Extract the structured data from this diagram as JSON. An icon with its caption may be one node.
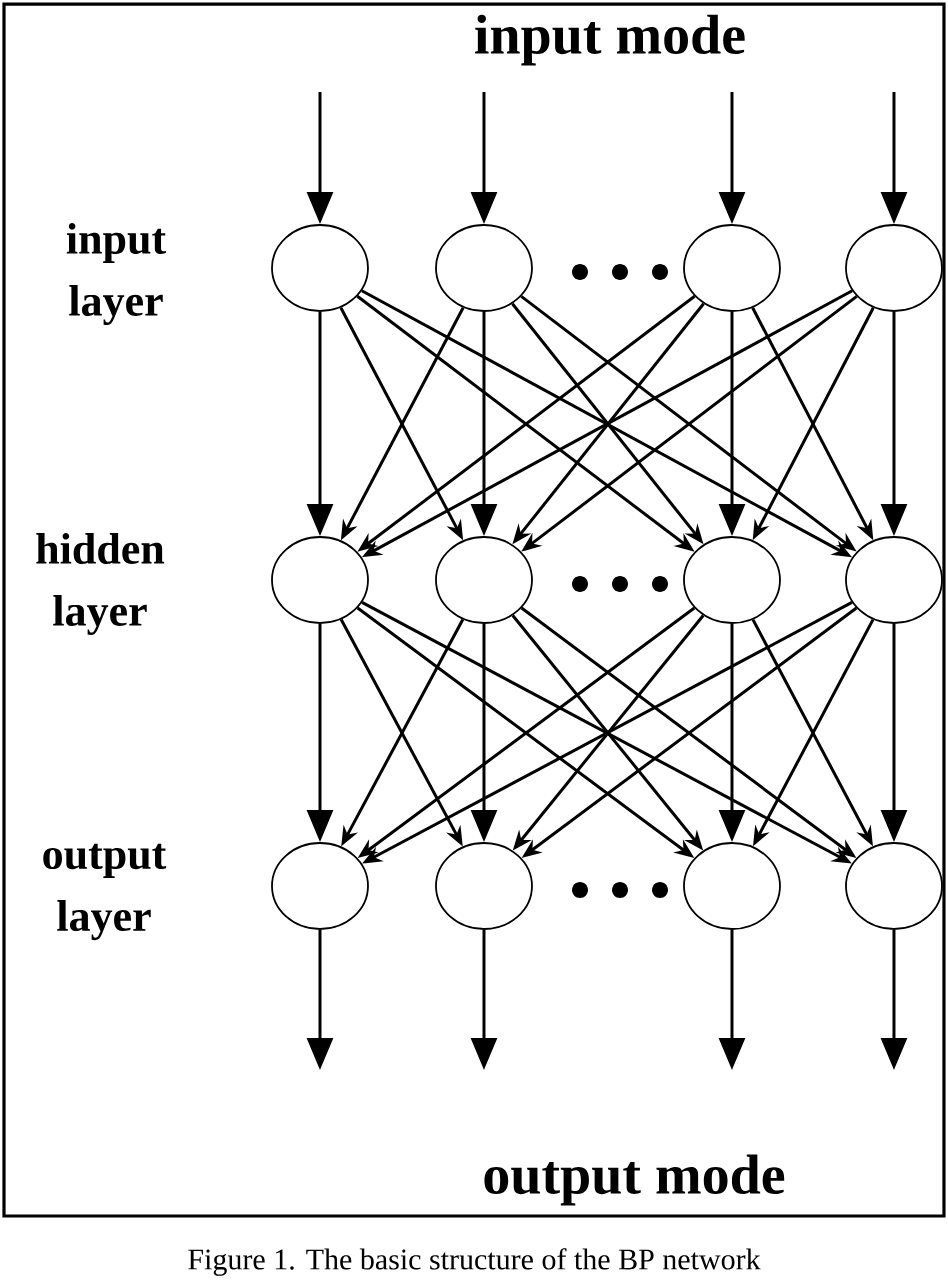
{
  "diagram": {
    "caption": "Figure 1.    The basic structure of the BP network",
    "nodes": [
      {
        "text": [],
        "shape": "circle"
      },
      {
        "text": [],
        "shape": "circle"
      },
      {
        "text": [],
        "shape": "circle"
      },
      {
        "text": [],
        "shape": "circle"
      },
      {
        "text": [],
        "shape": "circle"
      },
      {
        "text": [],
        "shape": "circle"
      },
      {
        "text": [],
        "shape": "circle"
      },
      {
        "text": [],
        "shape": "circle"
      },
      {
        "text": [],
        "shape": "circle"
      },
      {
        "text": [],
        "shape": "circle"
      },
      {
        "text": [],
        "shape": "circle"
      },
      {
        "text": [],
        "shape": "circle"
      }
    ],
    "edges": [
      {
        "from": null,
        "to": 0,
        "arrow": "to"
      },
      {
        "from": null,
        "to": 1,
        "arrow": "to"
      },
      {
        "from": null,
        "to": 2,
        "arrow": "to"
      },
      {
        "from": null,
        "to": 3,
        "arrow": "to"
      },
      {
        "from": 0,
        "to": 4,
        "arrow": "to"
      },
      {
        "from": 0,
        "to": 5,
        "arrow": "to"
      },
      {
        "from": 0,
        "to": 6,
        "arrow": "to"
      },
      {
        "from": 0,
        "to": 7,
        "arrow": "to"
      },
      {
        "from": 1,
        "to": 4,
        "arrow": "to"
      },
      {
        "from": 1,
        "to": 5,
        "arrow": "to"
      },
      {
        "from": 1,
        "to": 6,
        "arrow": "to"
      },
      {
        "from": 1,
        "to": 7,
        "arrow": "to"
      },
      {
        "from": 2,
        "to": 4,
        "arrow": "to"
      },
      {
        "from": 2,
        "to": 5,
        "arrow": "to"
      },
      {
        "from": 2,
        "to": 6,
        "arrow": "to"
      },
      {
        "from": 2,
        "to": 7,
        "arrow": "to"
      },
      {
        "from": 3,
        "to": 4,
        "arrow": "to"
      },
      {
        "from": 3,
        "to": 5,
        "arrow": "to"
      },
      {
        "from": 3,
        "to": 6,
        "arrow": "to"
      },
      {
        "from": 3,
        "to": 7,
        "arrow": "to"
      },
      {
        "from": 4,
        "to": 8,
        "arrow": "to"
      },
      {
        "from": 4,
        "to": 9,
        "arrow": "to"
      },
      {
        "from": 4,
        "to": 10,
        "arrow": "to"
      },
      {
        "from": 4,
        "to": 11,
        "arrow": "to"
      },
      {
        "from": 5,
        "to": 8,
        "arrow": "to"
      },
      {
        "from": 5,
        "to": 9,
        "arrow": "to"
      },
      {
        "from": 5,
        "to": 10,
        "arrow": "to"
      },
      {
        "from": 5,
        "to": 11,
        "arrow": "to"
      },
      {
        "from": 6,
        "to": 8,
        "arrow": "to"
      },
      {
        "from": 6,
        "to": 9,
        "arrow": "to"
      },
      {
        "from": 6,
        "to": 10,
        "arrow": "to"
      },
      {
        "from": 6,
        "to": 11,
        "arrow": "to"
      },
      {
        "from": 7,
        "to": 8,
        "arrow": "to"
      },
      {
        "from": 7,
        "to": 9,
        "arrow": "to"
      },
      {
        "from": 7,
        "to": 10,
        "arrow": "to"
      },
      {
        "from": 7,
        "to": 11,
        "arrow": "to"
      },
      {
        "from": 8,
        "to": null,
        "arrow": "to"
      },
      {
        "from": 9,
        "to": null,
        "arrow": "to"
      },
      {
        "from": 10,
        "to": null,
        "arrow": "to"
      },
      {
        "from": 11,
        "to": null,
        "arrow": "to"
      }
    ],
    "labels": [
      "input mode",
      "input layer",
      "hidden layer",
      "output layer",
      "output mode"
    ]
  }
}
